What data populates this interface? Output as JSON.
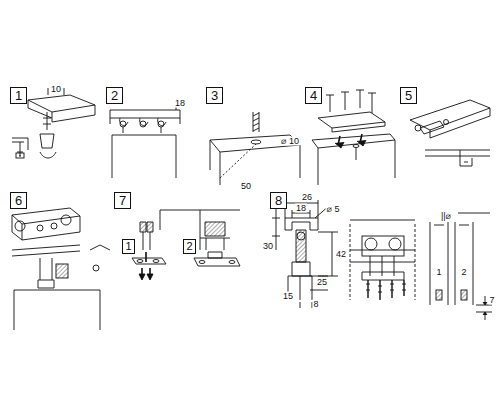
{
  "diagram": {
    "nodes": [
      {
        "text": [
          "1"
        ]
      },
      {
        "text": [
          "2"
        ]
      },
      {
        "text": [
          "3"
        ]
      },
      {
        "text": [
          "4"
        ]
      },
      {
        "text": [
          "5"
        ]
      },
      {
        "text": [
          "6"
        ]
      },
      {
        "text": [
          "7"
        ]
      },
      {
        "text": [
          "1"
        ]
      },
      {
        "text": [
          "2"
        ]
      },
      {
        "text": [
          "8"
        ]
      }
    ],
    "labels": [
      "10",
      "18",
      "⌀ 10",
      "50",
      "26",
      "18",
      "⌀ 5",
      "30",
      "42",
      "25",
      "15",
      "8",
      "||⌀",
      "1",
      "2",
      "7"
    ]
  }
}
